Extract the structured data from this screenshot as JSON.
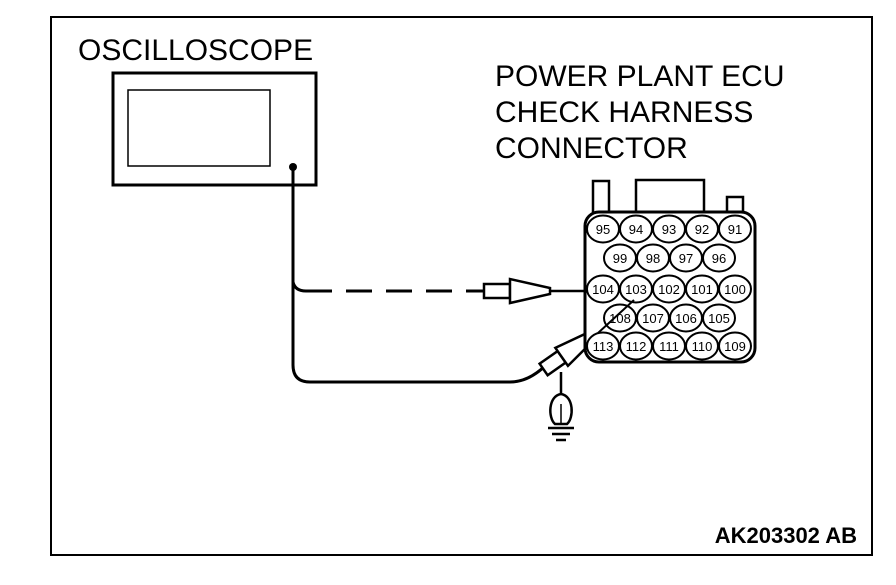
{
  "labels": {
    "oscilloscope": "OSCILLOSCOPE",
    "connector_line1": "POWER PLANT ECU",
    "connector_line2": "CHECK HARNESS",
    "connector_line3": "CONNECTOR",
    "figure_code": "AK203302 AB"
  },
  "connector": {
    "rows": [
      [
        "95",
        "94",
        "93",
        "92",
        "91"
      ],
      [
        "99",
        "98",
        "97",
        "96"
      ],
      [
        "104",
        "103",
        "102",
        "101",
        "100"
      ],
      [
        "108",
        "107",
        "106",
        "105"
      ],
      [
        "113",
        "112",
        "111",
        "110",
        "109"
      ]
    ]
  },
  "icons": {
    "probe": "probe-icon",
    "ground": "ground-icon",
    "alligator_clip": "alligator-clip-icon"
  }
}
